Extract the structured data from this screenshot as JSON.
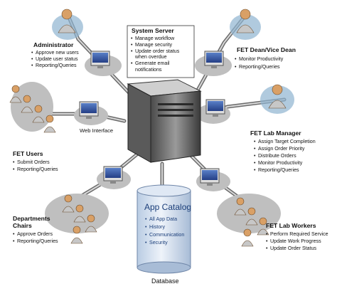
{
  "server": {
    "title": "System Server",
    "items": [
      "Manage workflow",
      "Manage security",
      "Update order status",
      "when overdue",
      "Generate email",
      "notifications"
    ]
  },
  "administrator": {
    "title": "Administrator",
    "items": [
      "Approve new users",
      "Update user status",
      "Reporting/Queries"
    ]
  },
  "dean": {
    "title": "FET Dean/Vice Dean",
    "items": [
      "Monitor Productivity",
      "Reporting/Queries"
    ]
  },
  "web_interface": {
    "label": "Web Interface"
  },
  "users": {
    "title": "FET Users",
    "items": [
      "Submit Orders",
      "Reporting/Queries"
    ]
  },
  "lab_manager": {
    "title": "FET Lab Manager",
    "items": [
      "Assign Target Completion",
      "Assign Order Priority",
      "Distribute Orders",
      "Monitor Productivity",
      "Reporting/Queries"
    ]
  },
  "chairs": {
    "title_lines": [
      "Departments",
      "Chairs"
    ],
    "items": [
      "Approve Orders",
      "Reporting/Queries"
    ]
  },
  "lab_workers": {
    "title": "FET Lab Workers",
    "items": [
      "Perform Required Service",
      "Update Work Progress",
      "Update Order Status"
    ]
  },
  "database": {
    "title": "App Catalog",
    "items": [
      "All App Data",
      "History",
      "Communication",
      "Security"
    ],
    "label": "Database"
  },
  "colors": {
    "spoke": "#6c6c6c",
    "ring": "#8fb4d0",
    "monitor_screen": "#3a5ea8",
    "cylinder": "#dbe6f3",
    "cylinder_text": "#1c3f7a"
  }
}
